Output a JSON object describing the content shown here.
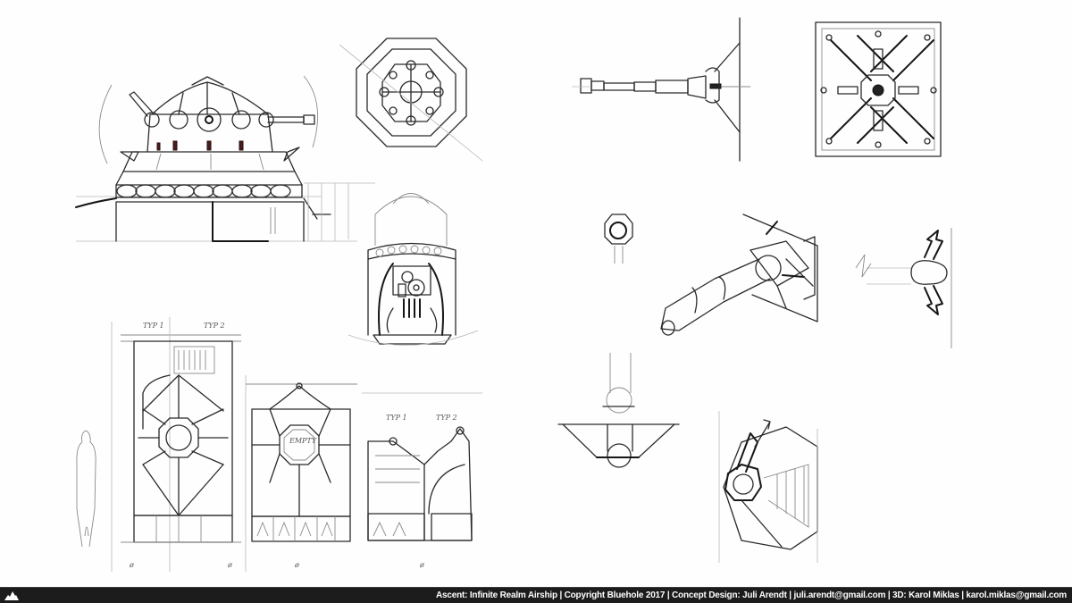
{
  "sheet": {
    "annotations": {
      "elevation_left_label_1": "TYP 1",
      "elevation_left_label_2": "TYP 2",
      "elevation_mid_center_label": "EMPTY",
      "elevation_right_label_1": "TYP 1",
      "elevation_right_label_2": "TYP 2"
    },
    "drawings": [
      {
        "id": "turret-side-elevation",
        "description": "Domed turret with cannon, side view"
      },
      {
        "id": "octagonal-hatch-top-view",
        "description": "Octagonal hatch, top view"
      },
      {
        "id": "turret-cutaway",
        "description": "Cylindrical turret interior with gears"
      },
      {
        "id": "wall-panel-elevation-a",
        "description": "Panel with octagonal center window"
      },
      {
        "id": "wall-panel-elevation-b",
        "description": "Panel with EMPTY octagonal center"
      },
      {
        "id": "wall-panel-elevation-c",
        "description": "Half panels TYP 1 / TYP 2"
      },
      {
        "id": "human-scale-figure",
        "description": "Human silhouette for scale"
      },
      {
        "id": "cannon-side-view",
        "description": "Wall-mounted cannon, side view"
      },
      {
        "id": "cannon-mount-top-view",
        "description": "Square X-braced mount, top view"
      },
      {
        "id": "cannon-perspective",
        "description": "Cannon, perspective view"
      },
      {
        "id": "small-octagon-detail",
        "description": "Small octagonal flange detail"
      },
      {
        "id": "sphere-joint-detail",
        "description": "Spherical joint side detail"
      },
      {
        "id": "ball-socket-section",
        "description": "Ball socket section"
      },
      {
        "id": "hex-mount-perspective",
        "description": "Hexagonal mount perspective"
      }
    ]
  },
  "footer": {
    "logo_icon": "mountain-logo-icon",
    "credits": "Ascent: Infinite Realm Airship | Copyright Bluehole 2017 | Concept Design: Juli Arendt | juli.arendt@gmail.com | 3D: Karol Miklas | karol.miklas@gmail.com"
  }
}
